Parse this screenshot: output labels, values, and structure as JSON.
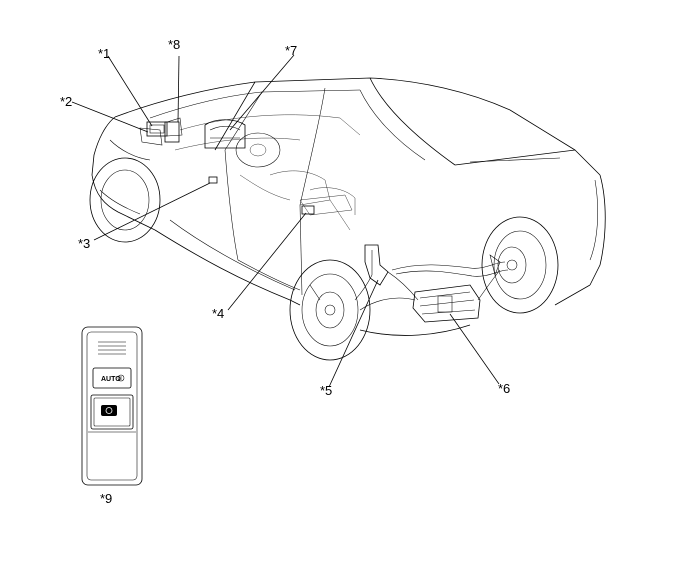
{
  "callouts": {
    "c1": "*1",
    "c2": "*2",
    "c3": "*3",
    "c4": "*4",
    "c5": "*5",
    "c6": "*6",
    "c7": "*7",
    "c8": "*8",
    "c9": "*9"
  },
  "switch_panel": {
    "auto_label": "AUTO",
    "auto_icon": "parking-brake-auto-icon",
    "main_icon": "parking-brake-icon"
  }
}
